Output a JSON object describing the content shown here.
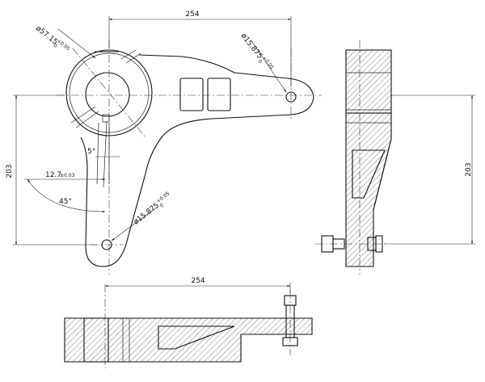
{
  "dimensions": {
    "top_length": "254",
    "bottom_length": "254",
    "left_height": "203",
    "right_height": "203",
    "hub_dia": "ø57.15",
    "hub_tol_upper": "+0.05",
    "hub_tol_lower": "0",
    "top_hole_dia": "ø15.875",
    "top_hole_tol_upper": "+0.05",
    "top_hole_tol_lower": "0",
    "bottom_hole_dia": "ø15.875",
    "bottom_hole_tol_upper": "+0.05",
    "bottom_hole_tol_lower": "0",
    "key_width": "12.7",
    "key_tol": "±0.03",
    "small_angle": "5°",
    "big_angle": "45°"
  }
}
